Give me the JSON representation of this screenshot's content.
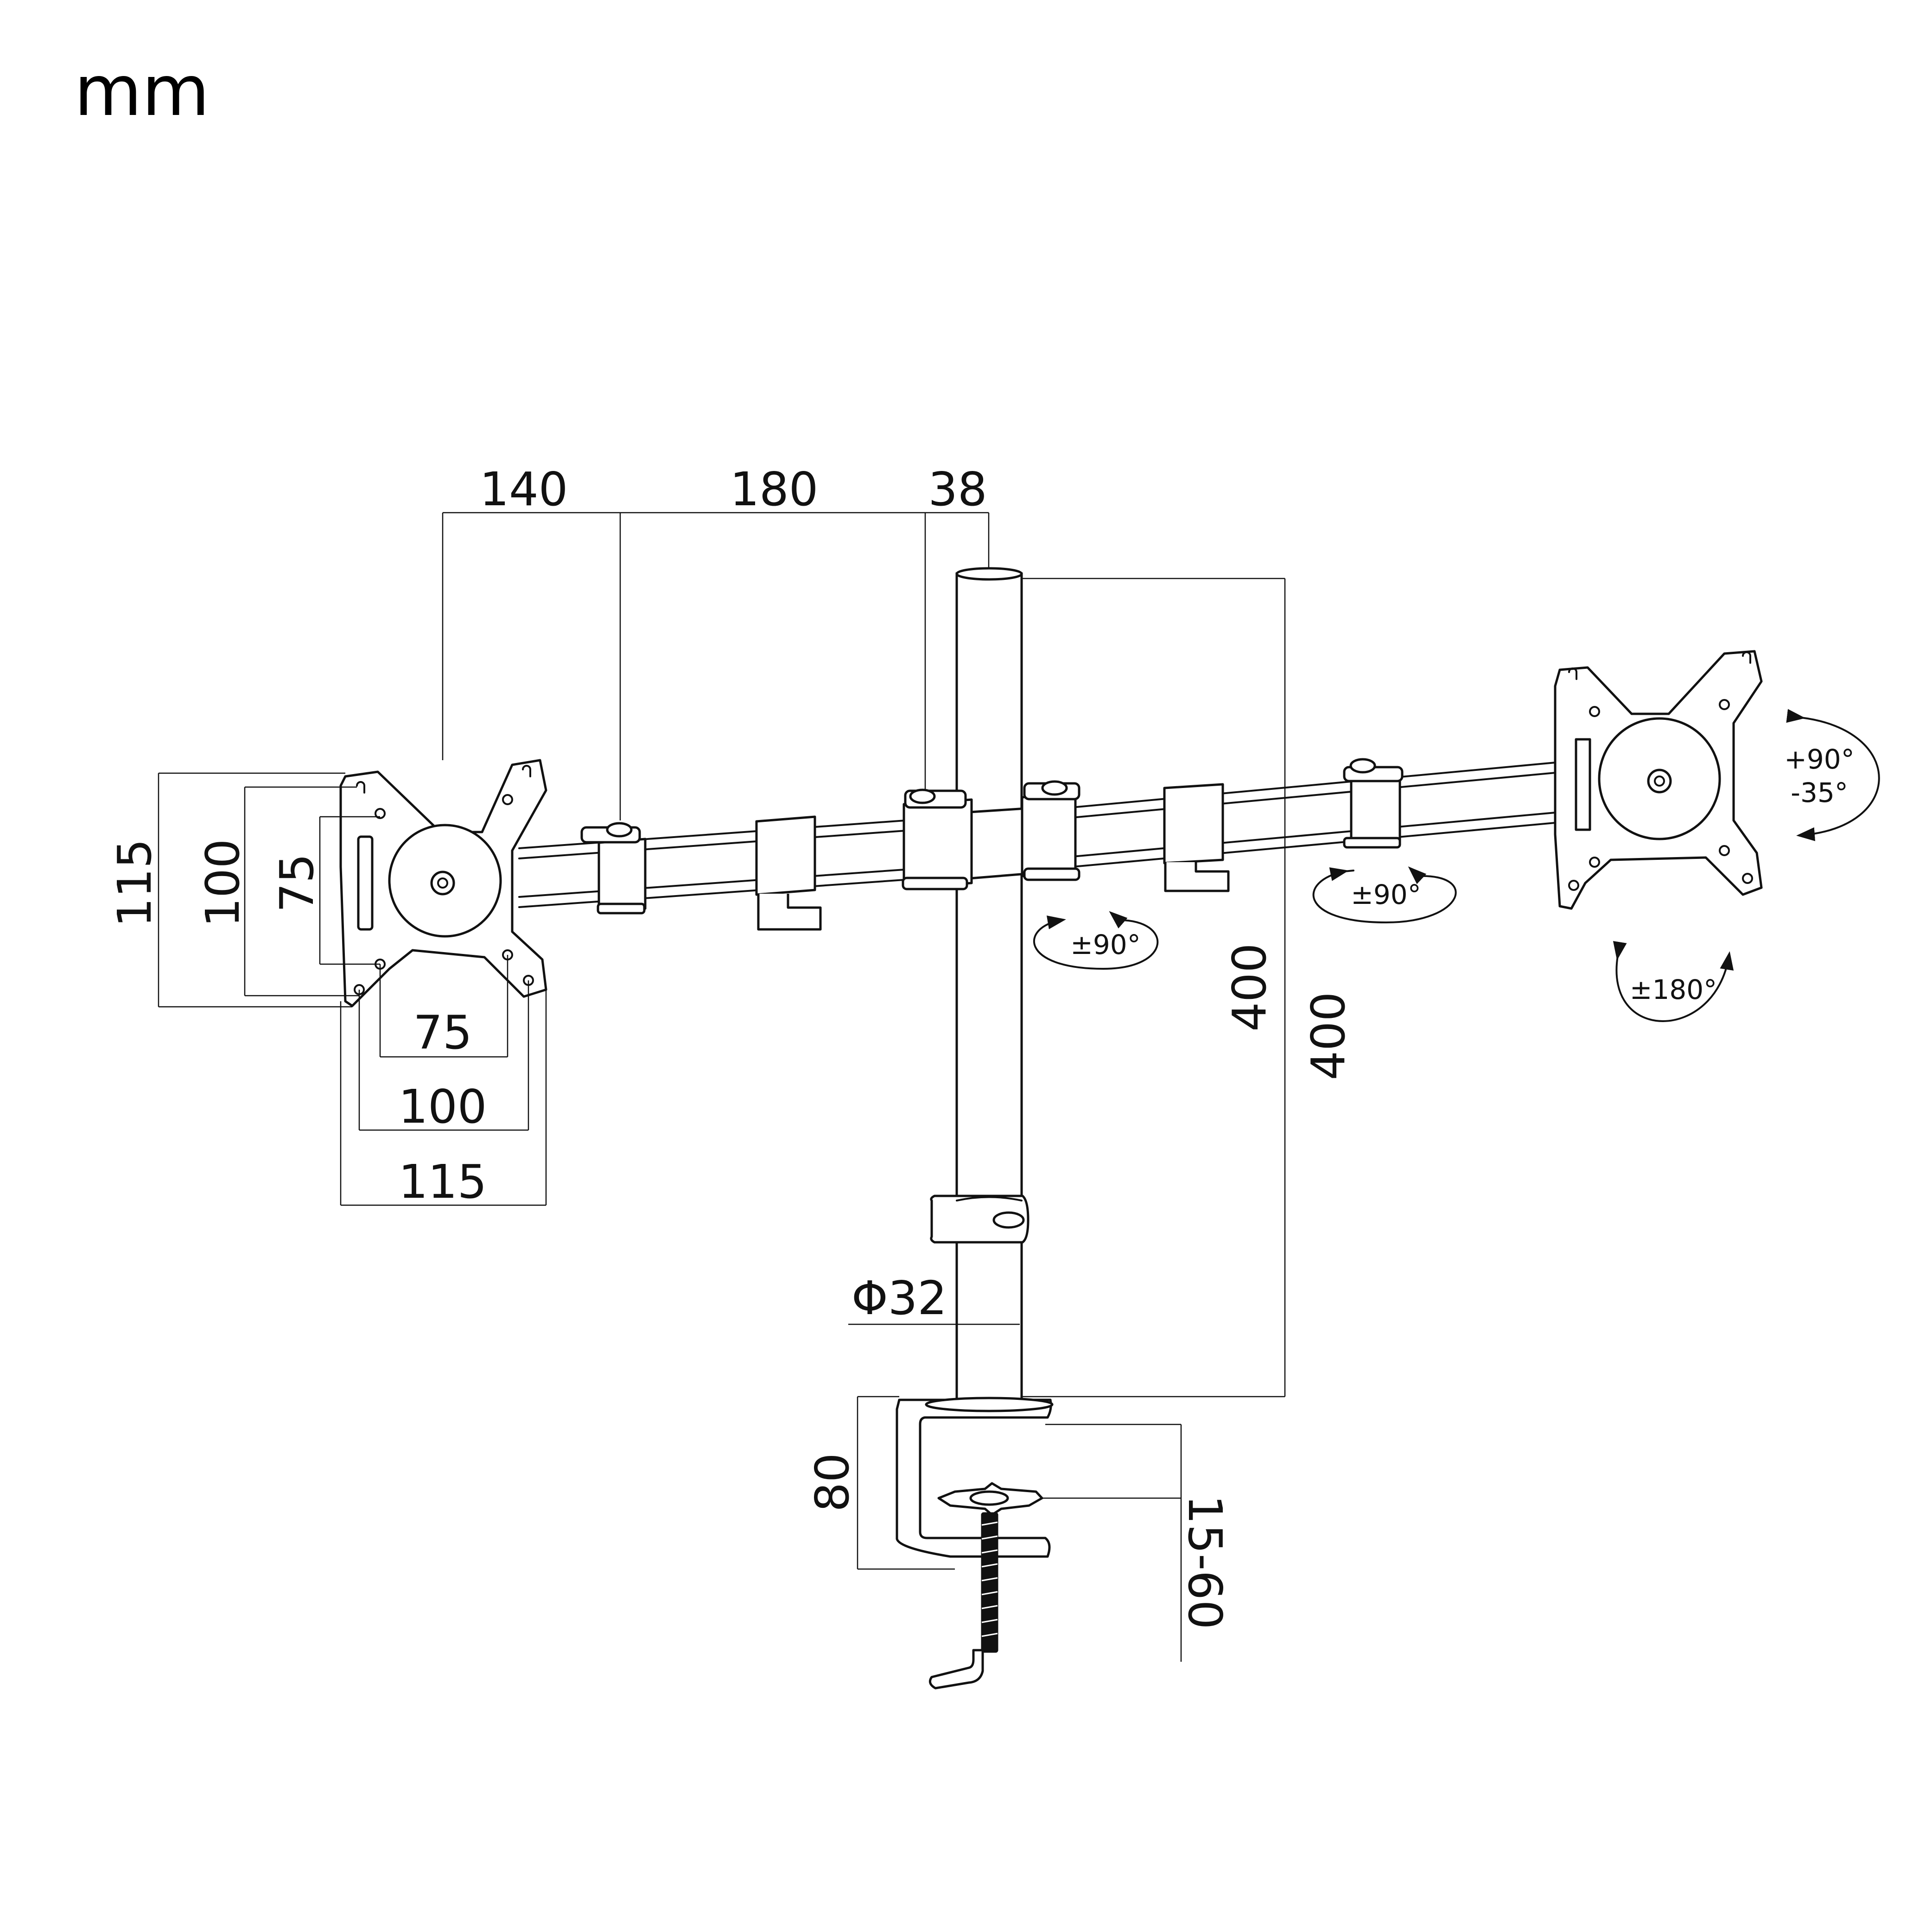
{
  "unit_label": "mm",
  "dimensions": {
    "arm_segment_1": "140",
    "arm_segment_2": "180",
    "arm_segment_3": "38",
    "vesa_height_115": "115",
    "vesa_height_100": "100",
    "vesa_height_75": "75",
    "vesa_width_75": "75",
    "vesa_width_100": "100",
    "vesa_width_115": "115",
    "pole_height_inner": "400",
    "pole_height_outer": "400",
    "pole_diameter": "Φ32",
    "clamp_height": "80",
    "clamp_range": "15-60"
  },
  "rotations": {
    "tilt_up": "+90°",
    "tilt_down": "-35°",
    "swivel_arm_right": "±90°",
    "swivel_arm_center": "±90°",
    "rotate_plate": "±180°"
  },
  "colors": {
    "line": "#111111",
    "background": "#ffffff"
  }
}
